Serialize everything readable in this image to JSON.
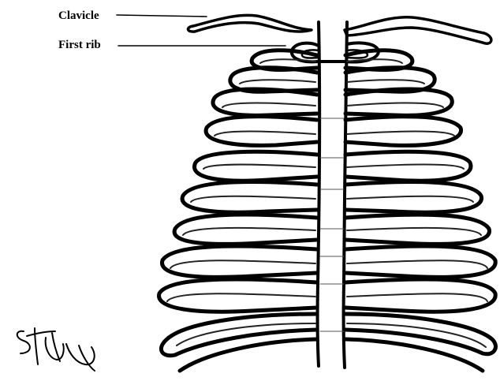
{
  "labels": {
    "clavicle": "Clavicle",
    "first_rib": "First rib"
  },
  "signature": "handwritten signature",
  "colors": {
    "ink": "#000000",
    "paper": "#ffffff"
  }
}
